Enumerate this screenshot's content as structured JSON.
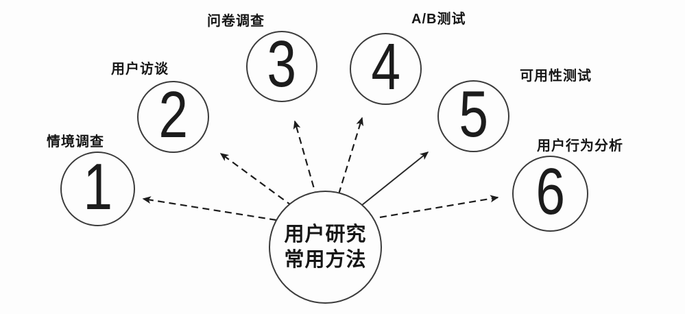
{
  "diagram": {
    "name": "user-research-common-methods",
    "center": {
      "title_line1": "用户研究",
      "title_line2": "常用方法"
    },
    "methods": [
      {
        "number": "1",
        "label": "情境调查"
      },
      {
        "number": "2",
        "label": "用户访谈"
      },
      {
        "number": "3",
        "label": "问卷调查"
      },
      {
        "number": "4",
        "label": "A/B测试"
      },
      {
        "number": "5",
        "label": "可用性测试"
      },
      {
        "number": "6",
        "label": "用户行为分析"
      }
    ],
    "arrows": {
      "dashed_targets": "1,2,3,4,6",
      "solid_targets": "5"
    },
    "colors": {
      "ink": "#1c1c1c",
      "circle_stroke": "#3b3b3b",
      "background": "#fdfdfd"
    }
  }
}
